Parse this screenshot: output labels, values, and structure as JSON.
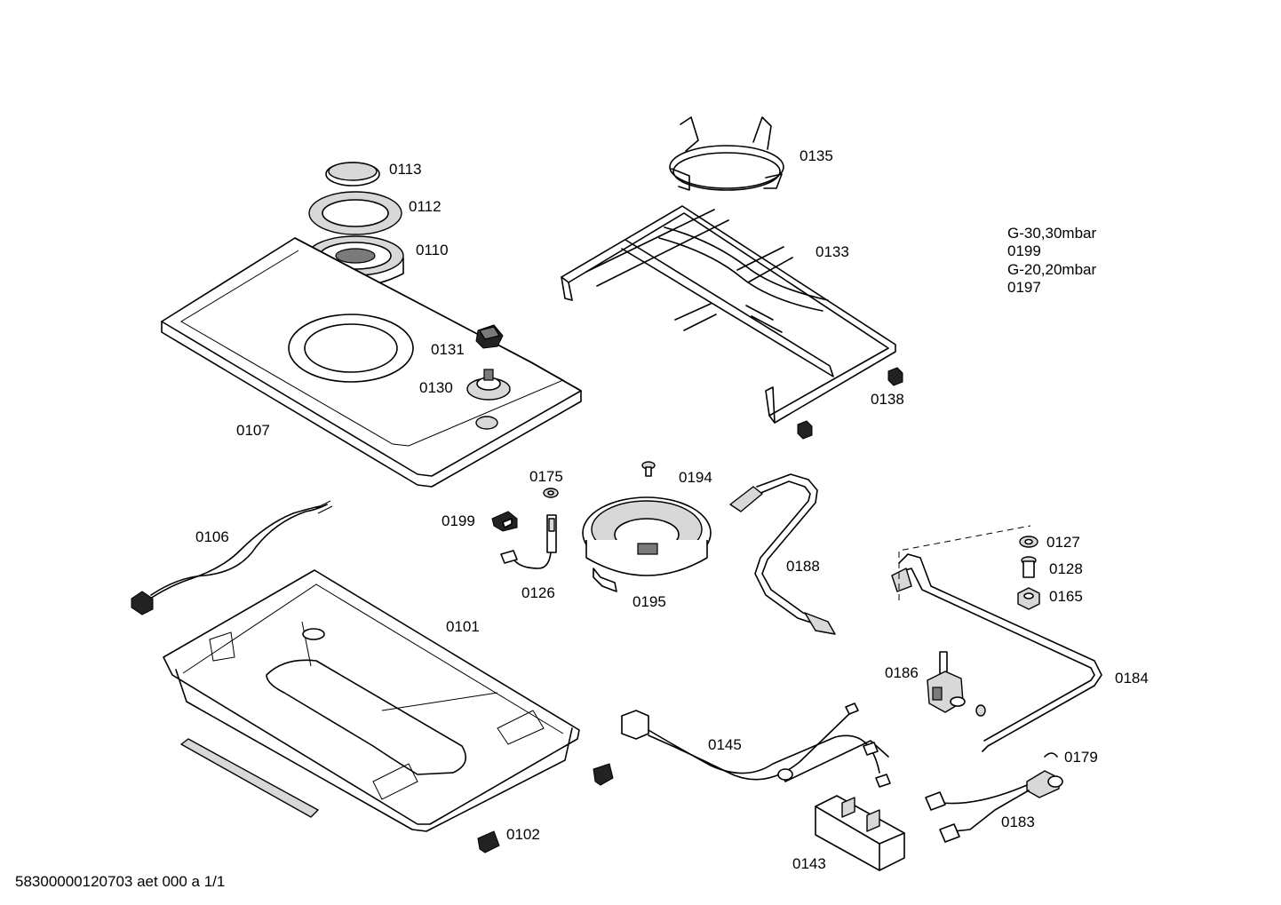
{
  "parts": {
    "p0113": "0113",
    "p0112": "0112",
    "p0110": "0110",
    "p0107": "0107",
    "p0131": "0131",
    "p0130": "0130",
    "p0135": "0135",
    "p0133": "0133",
    "p0138": "0138",
    "p0175": "0175",
    "p0194": "0194",
    "p0199": "0199",
    "p0106": "0106",
    "p0126": "0126",
    "p0195": "0195",
    "p0188": "0188",
    "p0127": "0127",
    "p0128": "0128",
    "p0165": "0165",
    "p0101": "0101",
    "p0186": "0186",
    "p0184": "0184",
    "p0145": "0145",
    "p0179": "0179",
    "p0183": "0183",
    "p0102": "0102",
    "p0143": "0143"
  },
  "gas_info": {
    "line1": "G-30,30mbar",
    "line2": "0199",
    "line3": "G-20,20mbar",
    "line4": "0197"
  },
  "footer": {
    "doc_id": "58300000120703 aet 000 a 1/1"
  }
}
